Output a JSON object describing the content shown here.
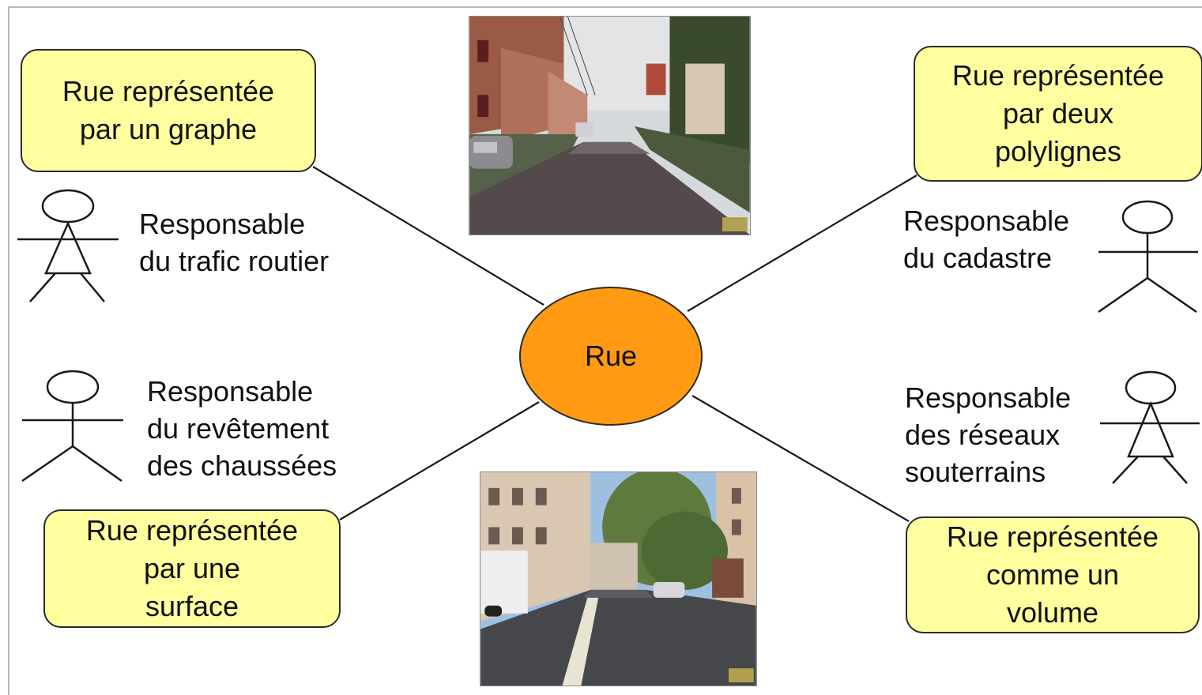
{
  "center": {
    "label": "Rue"
  },
  "concepts": {
    "top_left": {
      "lines": [
        "Rue représentée",
        "par un graphe"
      ]
    },
    "top_right": {
      "lines": [
        "Rue représentée",
        "par deux",
        "polylignes"
      ]
    },
    "bottom_left": {
      "lines": [
        "Rue représentée",
        "par une",
        "surface"
      ]
    },
    "bottom_right": {
      "lines": [
        "Rue représentée",
        "comme un",
        "volume"
      ]
    }
  },
  "actors": {
    "traffic": {
      "lines": [
        "Responsable",
        "du trafic routier"
      ],
      "figure": "female"
    },
    "cadastre": {
      "lines": [
        "Responsable",
        "du cadastre"
      ],
      "figure": "male"
    },
    "pavement": {
      "lines": [
        "Responsable",
        "du revêtement",
        "des chaussées"
      ],
      "figure": "male"
    },
    "networks": {
      "lines": [
        "Responsable",
        "des réseaux",
        "souterrains"
      ],
      "figure": "female"
    }
  },
  "photos": {
    "top": {
      "subject": "residential street photo"
    },
    "bottom": {
      "subject": "city avenue photo"
    }
  },
  "colors": {
    "concept_fill": "#ffff9f",
    "center_fill": "#ff9a12",
    "outline": "#2b2b2b"
  }
}
